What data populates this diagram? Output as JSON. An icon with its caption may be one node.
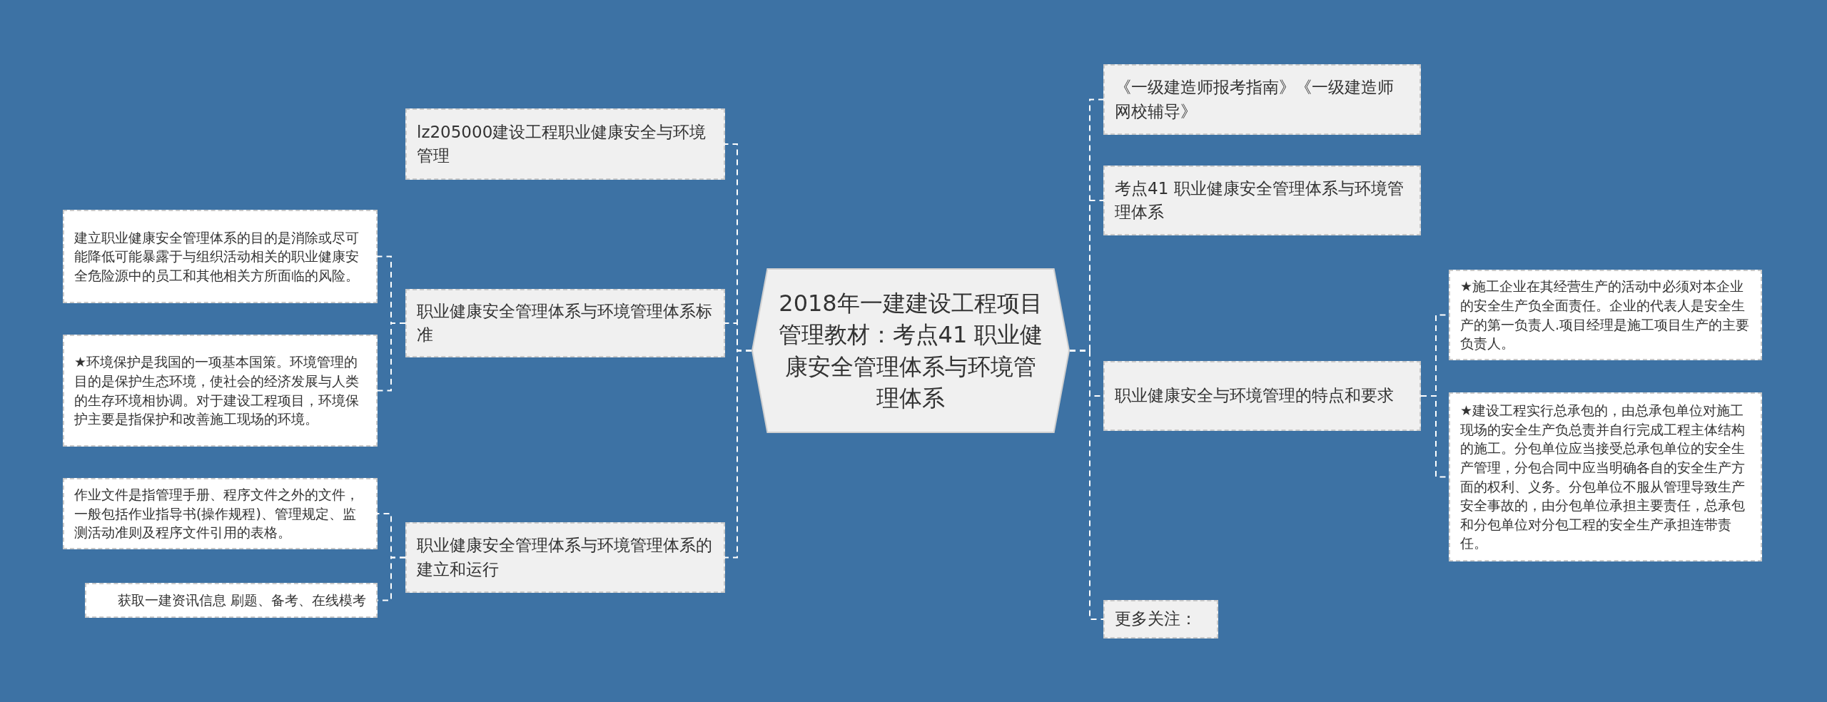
{
  "diagram": {
    "nodes": [
      {
        "text": [
          "2018年一建建设工程项目管理教材：考点41 职业健康安全管理体系与环境管理体系"
        ]
      },
      {
        "text": [
          "lz205000建设工程职业健康安全与环境管理"
        ]
      },
      {
        "text": [
          "职业健康安全管理体系与环境管理体系标准"
        ]
      },
      {
        "text": [
          "建立职业健康安全管理体系的目的是消除或尽可能降低可能暴露于与组织活动相关的职业健康安全危险源中的员工和其他相关方所面临的风险。"
        ]
      },
      {
        "text": [
          "★环境保护是我国的一项基本国策。环境管理的目的是保护生态环境，使社会的经济发展与人类的生存环境相协调。对于建设工程项目，环境保护主要是指保护和改善施工现场的环境。"
        ]
      },
      {
        "text": [
          "职业健康安全管理体系与环境管理体系的建立和运行"
        ]
      },
      {
        "text": [
          "作业文件是指管理手册、程序文件之外的文件，一般包括作业指导书(操作规程)、管理规定、监测活动准则及程序文件引用的表格。"
        ]
      },
      {
        "text": [
          "获取一建资讯信息 刷题、备考、在线模考"
        ]
      },
      {
        "text": [
          "《一级建造师报考指南》《一级建造师网校辅导》"
        ]
      },
      {
        "text": [
          "考点41 职业健康安全管理体系与环境管理体系"
        ]
      },
      {
        "text": [
          "职业健康安全与环境管理的特点和要求"
        ]
      },
      {
        "text": [
          "★施工企业在其经营生产的活动中必须对本企业的安全生产负全面责任。企业的代表人是安全生产的第一负责人.项目经理是施工项目生产的主要负责人。"
        ]
      },
      {
        "text": [
          "★建设工程实行总承包的，由总承包单位对施工现场的安全生产负总责并自行完成工程主体结构的施工。分包单位应当接受总承包单位的安全生产管理，分包合同中应当明确各自的安全生产方面的权利、义务。分包单位不服从管理导致生产安全事故的，由分包单位承担主要责任，总承包和分包单位对分包工程的安全生产承担连带责任。"
        ]
      },
      {
        "text": [
          "更多关注："
        ]
      }
    ],
    "edges": [
      {
        "from": 0,
        "to": 1,
        "arrow": "none",
        "style": "dashed"
      },
      {
        "from": 0,
        "to": 2,
        "arrow": "none",
        "style": "dashed"
      },
      {
        "from": 2,
        "to": 3,
        "arrow": "none",
        "style": "dashed"
      },
      {
        "from": 2,
        "to": 4,
        "arrow": "none",
        "style": "dashed"
      },
      {
        "from": 0,
        "to": 5,
        "arrow": "none",
        "style": "dashed"
      },
      {
        "from": 5,
        "to": 6,
        "arrow": "none",
        "style": "dashed"
      },
      {
        "from": 5,
        "to": 7,
        "arrow": "none",
        "style": "dashed"
      },
      {
        "from": 0,
        "to": 8,
        "arrow": "none",
        "style": "dashed"
      },
      {
        "from": 0,
        "to": 9,
        "arrow": "none",
        "style": "dashed"
      },
      {
        "from": 0,
        "to": 10,
        "arrow": "none",
        "style": "dashed"
      },
      {
        "from": 10,
        "to": 11,
        "arrow": "none",
        "style": "dashed"
      },
      {
        "from": 10,
        "to": 12,
        "arrow": "none",
        "style": "dashed"
      },
      {
        "from": 0,
        "to": 13,
        "arrow": "none",
        "style": "dashed"
      }
    ]
  }
}
